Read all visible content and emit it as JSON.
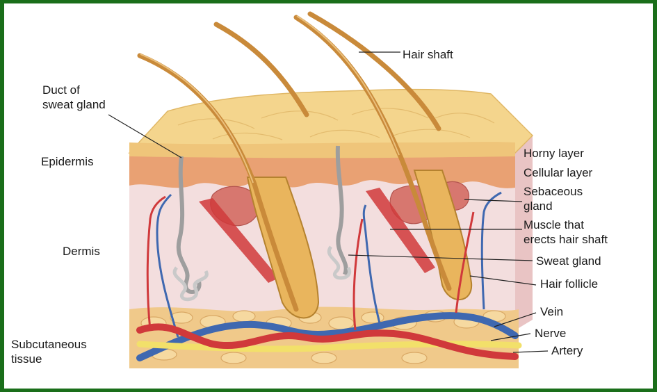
{
  "labels": {
    "hair_shaft": "Hair shaft",
    "duct_of_sweat_gland": [
      "Duct of",
      "sweat gland"
    ],
    "epidermis": "Epidermis",
    "dermis": "Dermis",
    "subcutaneous_tissue": [
      "Subcutaneous",
      "tissue"
    ],
    "horny_layer": "Horny layer",
    "cellular_layer": "Cellular layer",
    "sebaceous_gland": [
      "Sebaceous",
      "gland"
    ],
    "muscle_erects_hair": [
      "Muscle that",
      "erects hair shaft"
    ],
    "sweat_gland": "Sweat gland",
    "hair_follicle": "Hair follicle",
    "vein": "Vein",
    "nerve": "Nerve",
    "artery": "Artery"
  },
  "colors": {
    "frame_border": "#1a6e1a",
    "horny_layer": "#f4d58d",
    "cellular_layer": "#e9a173",
    "dermis": "#f3dede",
    "subcutaneous": "#f0c98a",
    "hair": "#c98a3a",
    "vein": "#3f68b0",
    "artery": "#d0393b",
    "nerve": "#f2e06a",
    "gland": "#d7776f",
    "sweat_gland": "#bfbfbf"
  }
}
